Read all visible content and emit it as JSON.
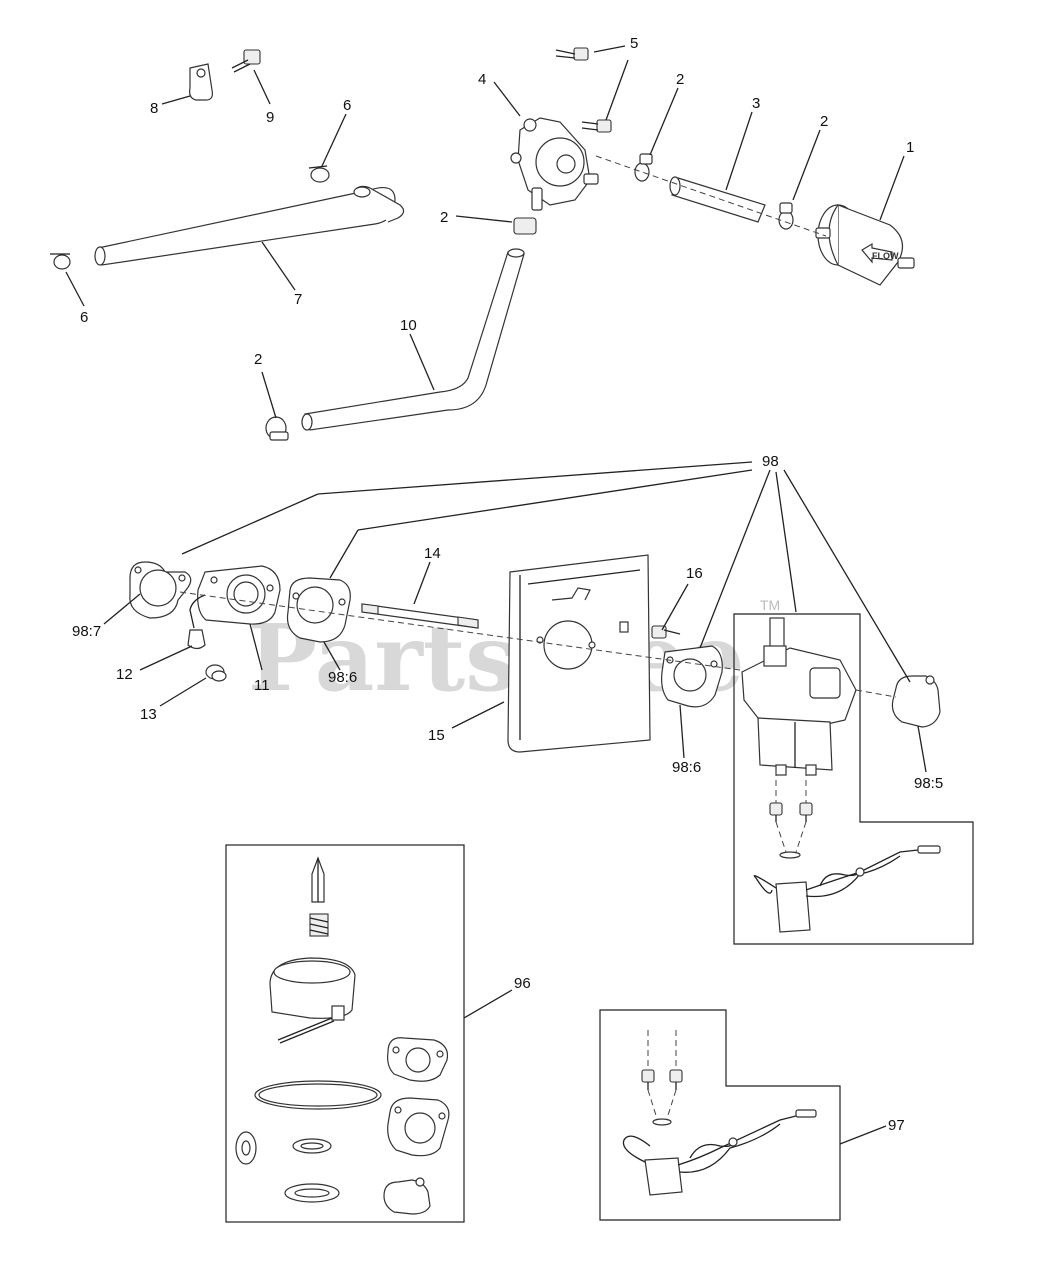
{
  "watermark": {
    "text": "PartsTree",
    "tm": "TM"
  },
  "filter_arrow_text": "FLOW",
  "callouts": {
    "c1": "1",
    "c2a": "2",
    "c2b": "2",
    "c2c": "2",
    "c2d": "2",
    "c3": "3",
    "c4": "4",
    "c5": "5",
    "c6a": "6",
    "c6b": "6",
    "c7": "7",
    "c8": "8",
    "c9": "9",
    "c10": "10",
    "c11": "11",
    "c12": "12",
    "c13": "13",
    "c14": "14",
    "c15": "15",
    "c16": "16",
    "c98": "98",
    "c98_7": "98:7",
    "c98_6a": "98:6",
    "c98_6b": "98:6",
    "c98_5": "98:5",
    "c96": "96",
    "c97": "97"
  }
}
